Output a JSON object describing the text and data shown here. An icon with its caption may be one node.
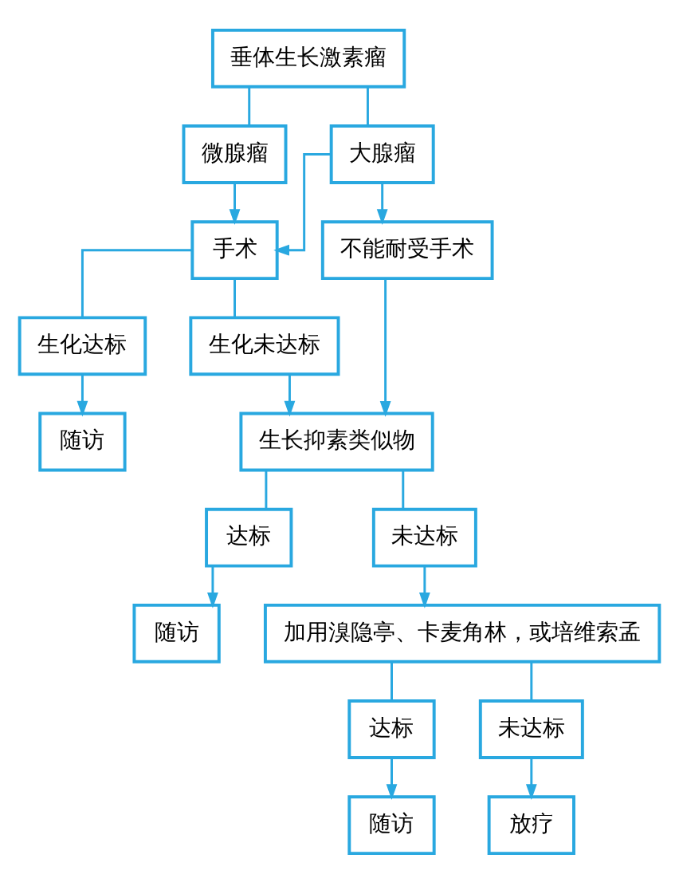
{
  "diagram": {
    "nodes": [
      {
        "text": [
          "垂体生长激素瘤"
        ]
      },
      {
        "text": [
          "微腺瘤"
        ]
      },
      {
        "text": [
          "大腺瘤"
        ]
      },
      {
        "text": [
          "不能耐受手术"
        ]
      },
      {
        "text": [
          "手术"
        ]
      },
      {
        "text": [
          "生化达标"
        ]
      },
      {
        "text": [
          "生化未达标"
        ]
      },
      {
        "text": [
          "随访"
        ]
      },
      {
        "text": [
          "生长抑素类似物"
        ]
      },
      {
        "text": [
          "达标"
        ]
      },
      {
        "text": [
          "未达标"
        ]
      },
      {
        "text": [
          "随访"
        ]
      },
      {
        "text": [
          "加用溴隐亭、卡麦角林，或培维索孟"
        ]
      },
      {
        "text": [
          "达标"
        ]
      },
      {
        "text": [
          "未达标"
        ]
      },
      {
        "text": [
          "随访"
        ]
      },
      {
        "text": [
          "放疗"
        ]
      }
    ],
    "edges": [
      {
        "from": 0,
        "to": 1,
        "arrow": "none"
      },
      {
        "from": 0,
        "to": 2,
        "arrow": "none"
      },
      {
        "from": 2,
        "to": 3,
        "arrow": "to"
      },
      {
        "from": 1,
        "to": 4,
        "arrow": "to"
      },
      {
        "from": 2,
        "to": 4,
        "arrow": "to"
      },
      {
        "from": 4,
        "to": 5,
        "arrow": "none"
      },
      {
        "from": 4,
        "to": 6,
        "arrow": "none"
      },
      {
        "from": 5,
        "to": 7,
        "arrow": "to"
      },
      {
        "from": 6,
        "to": 8,
        "arrow": "to"
      },
      {
        "from": 3,
        "to": 8,
        "arrow": "to"
      },
      {
        "from": 8,
        "to": 9,
        "arrow": "none"
      },
      {
        "from": 8,
        "to": 10,
        "arrow": "none"
      },
      {
        "from": 9,
        "to": 11,
        "arrow": "to"
      },
      {
        "from": 10,
        "to": 12,
        "arrow": "to"
      },
      {
        "from": 12,
        "to": 13,
        "arrow": "none"
      },
      {
        "from": 12,
        "to": 14,
        "arrow": "none"
      },
      {
        "from": 13,
        "to": 15,
        "arrow": "to"
      },
      {
        "from": 14,
        "to": 16,
        "arrow": "to"
      }
    ]
  }
}
